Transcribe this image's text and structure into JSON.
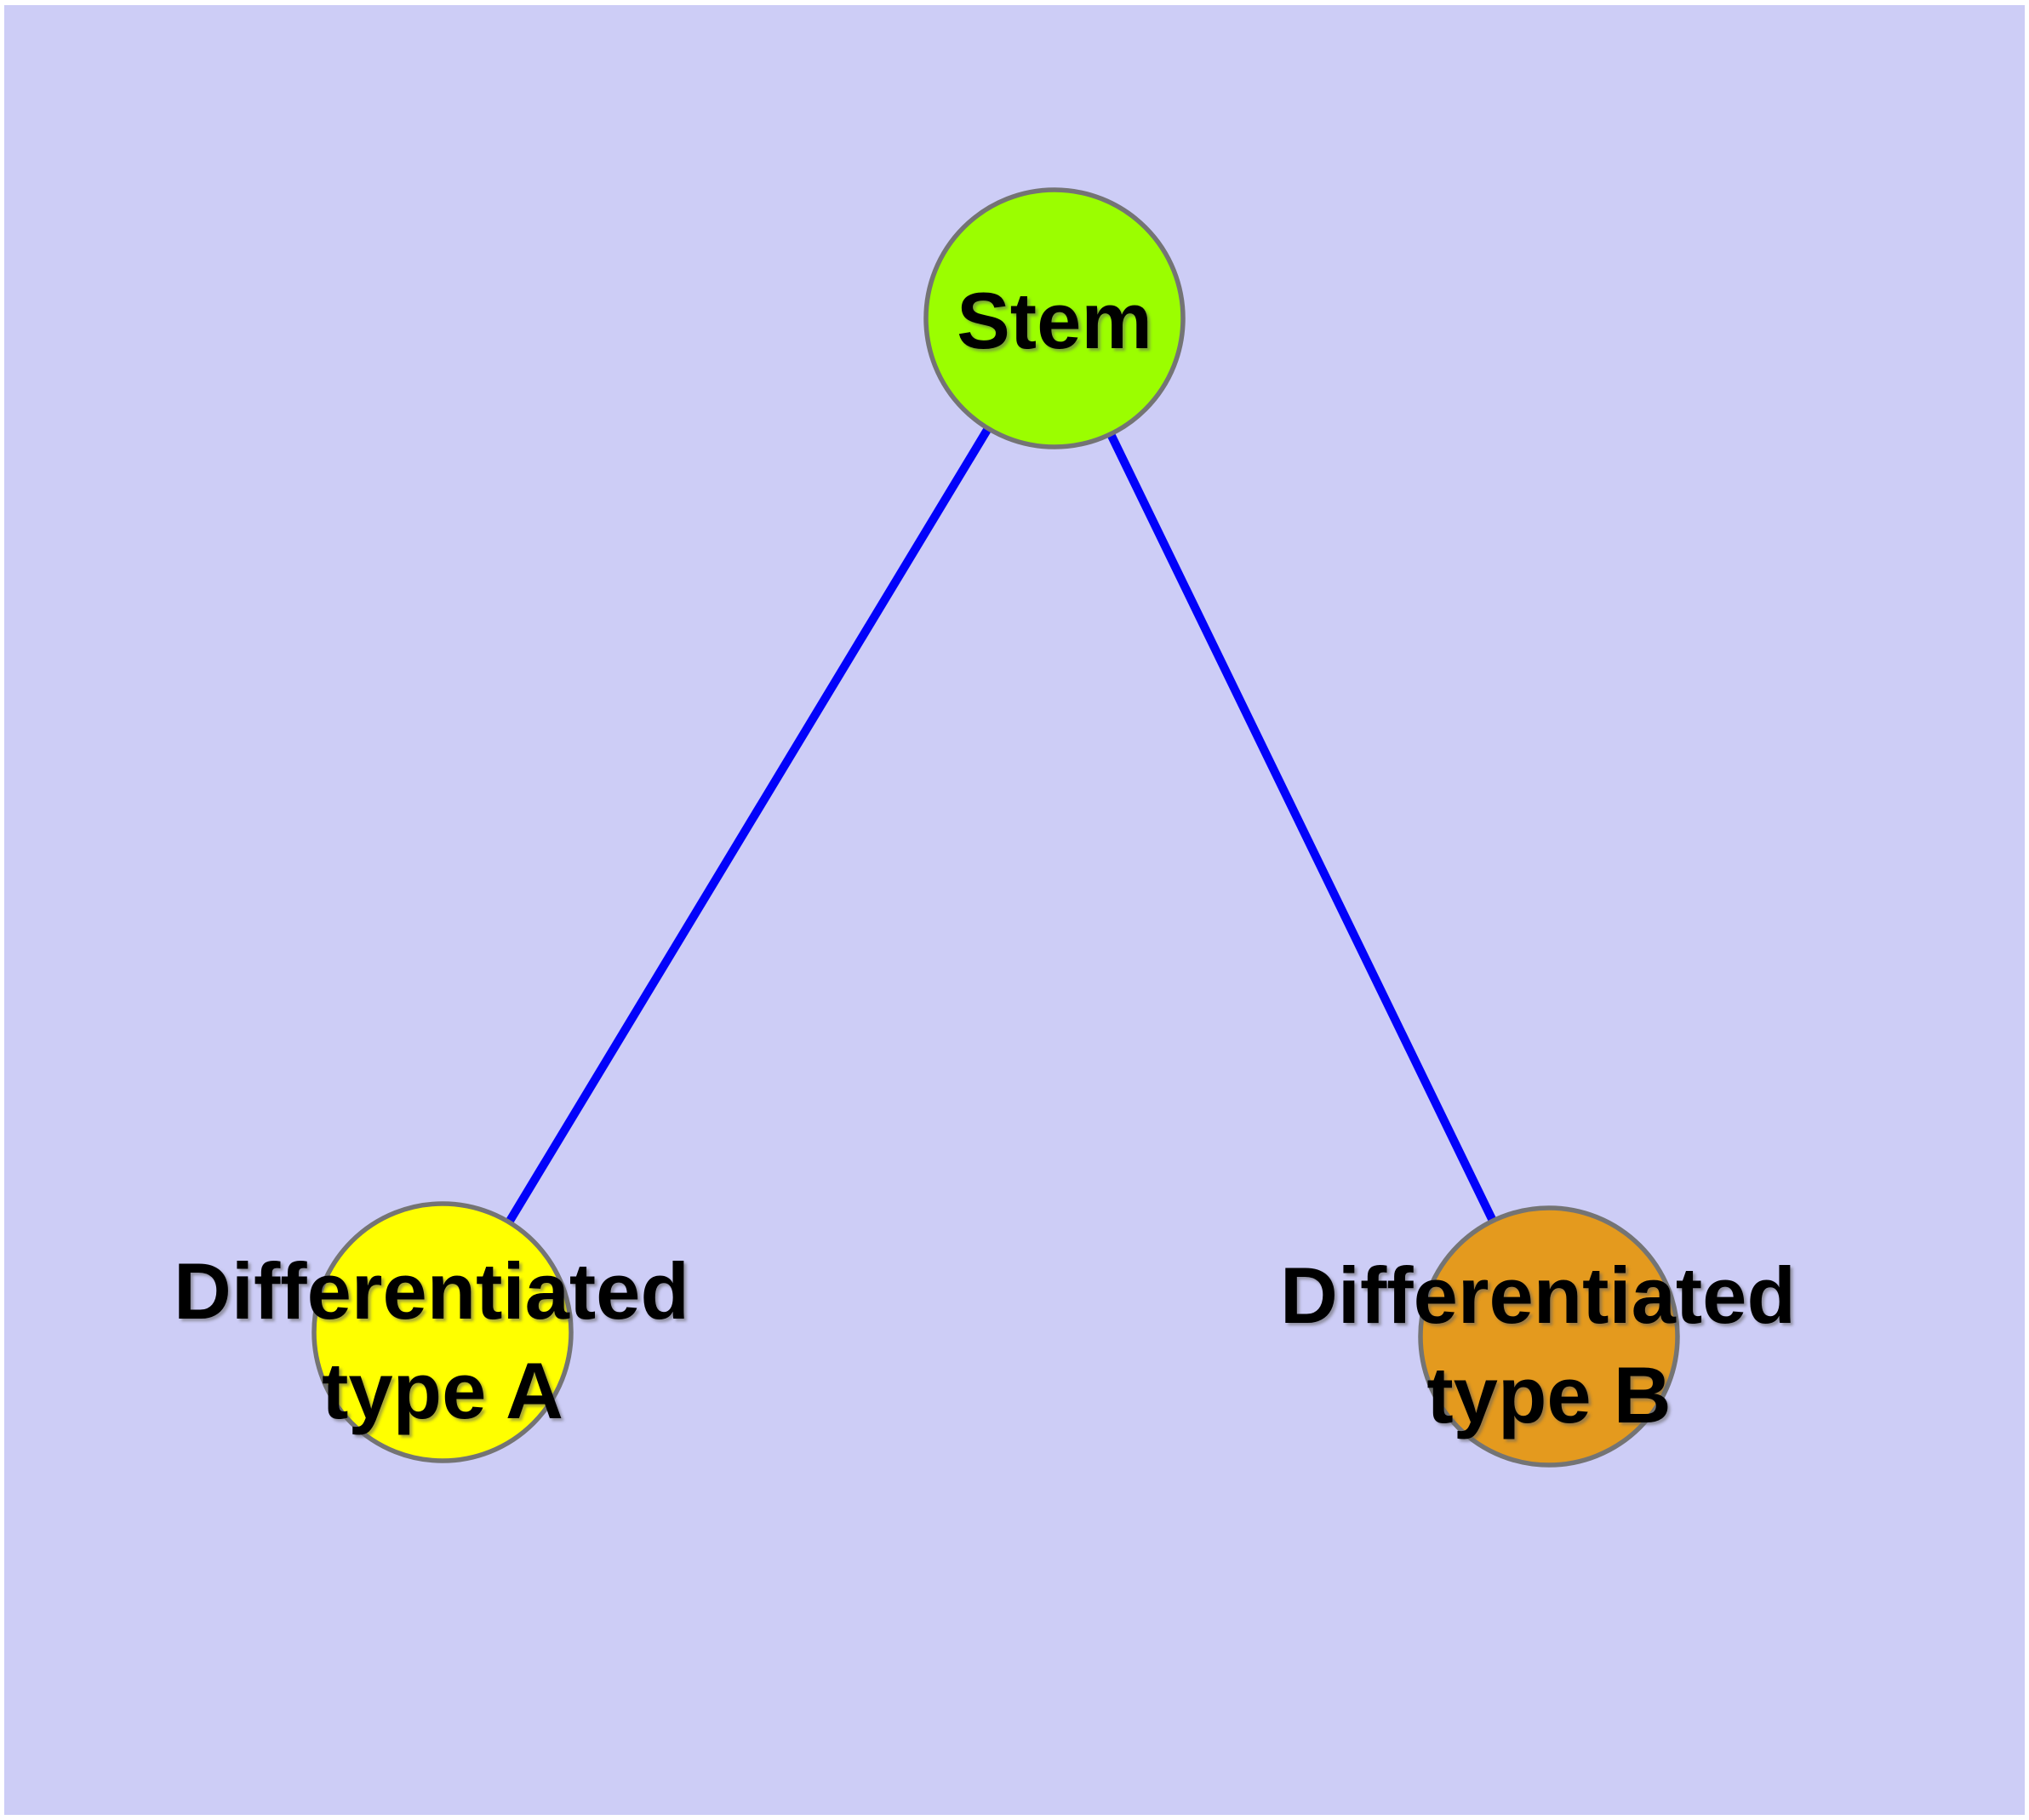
{
  "canvas": {
    "background_color": "#cdcdf6",
    "frame_color": "#ffffff"
  },
  "graph": {
    "edge_color": "#0202fa",
    "node_border_color": "#747474",
    "label_color": "#000000",
    "nodes": {
      "stem": {
        "label": "Stem",
        "fill": "#9bfe00"
      },
      "type_a": {
        "label_line1": "Differentiated",
        "label_line2": "type A",
        "fill": "#ffff00"
      },
      "type_b": {
        "label_line1": "Differentiated",
        "label_line2": "type B",
        "fill": "#e49a1e"
      }
    },
    "edges": [
      {
        "from": "stem",
        "to": "type_a"
      },
      {
        "from": "stem",
        "to": "type_b"
      }
    ]
  }
}
